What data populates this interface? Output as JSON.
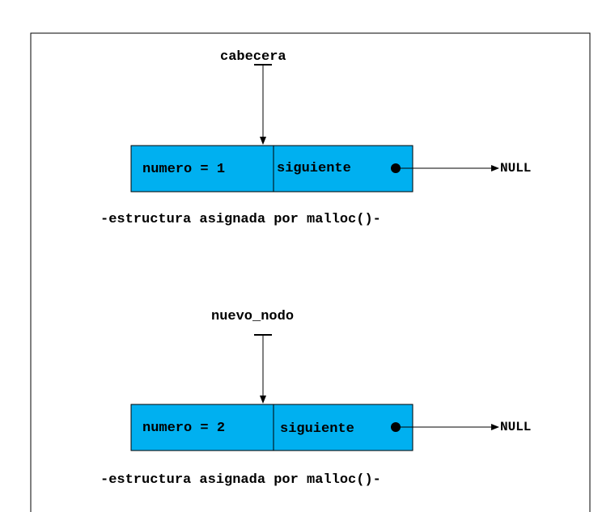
{
  "colors": {
    "node_fill": "#00b0f0",
    "stroke": "#000000",
    "background": "#ffffff"
  },
  "top": {
    "pointer_name": "cabecera",
    "node": {
      "data_field": "numero = 1",
      "next_field": "siguiente"
    },
    "null_label": "NULL",
    "caption": "-estructura asignada por malloc()-"
  },
  "bottom": {
    "pointer_name": "nuevo_nodo",
    "node": {
      "data_field": "numero = 2",
      "next_field": "siguiente"
    },
    "null_label": "NULL",
    "caption": "-estructura asignada por malloc()-"
  }
}
